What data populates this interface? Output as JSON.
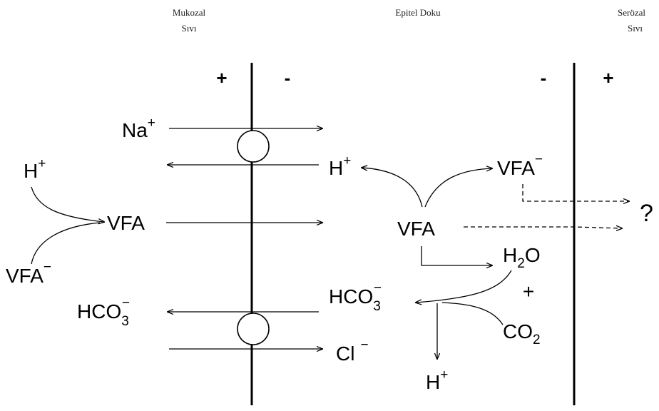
{
  "headers": {
    "mucosal": [
      "Mukozal",
      "Sıvı"
    ],
    "epithelial": "Epitel Doku",
    "serosal": [
      "Serözal",
      "Sıvı"
    ]
  },
  "charges": {
    "left_pos": "+",
    "left_neg": "-",
    "right_neg": "-",
    "right_pos": "+"
  },
  "ions": {
    "na": "Na",
    "h": "H",
    "vfa": "VFA",
    "hco": "HCO",
    "cl": "Cl",
    "h2o_h": "H",
    "h2o_o": "O",
    "co": "CO",
    "plus": "+",
    "unknown": "?"
  },
  "super": {
    "plus": "+",
    "minus": "−"
  },
  "subs": {
    "three": "3",
    "two": "2"
  }
}
